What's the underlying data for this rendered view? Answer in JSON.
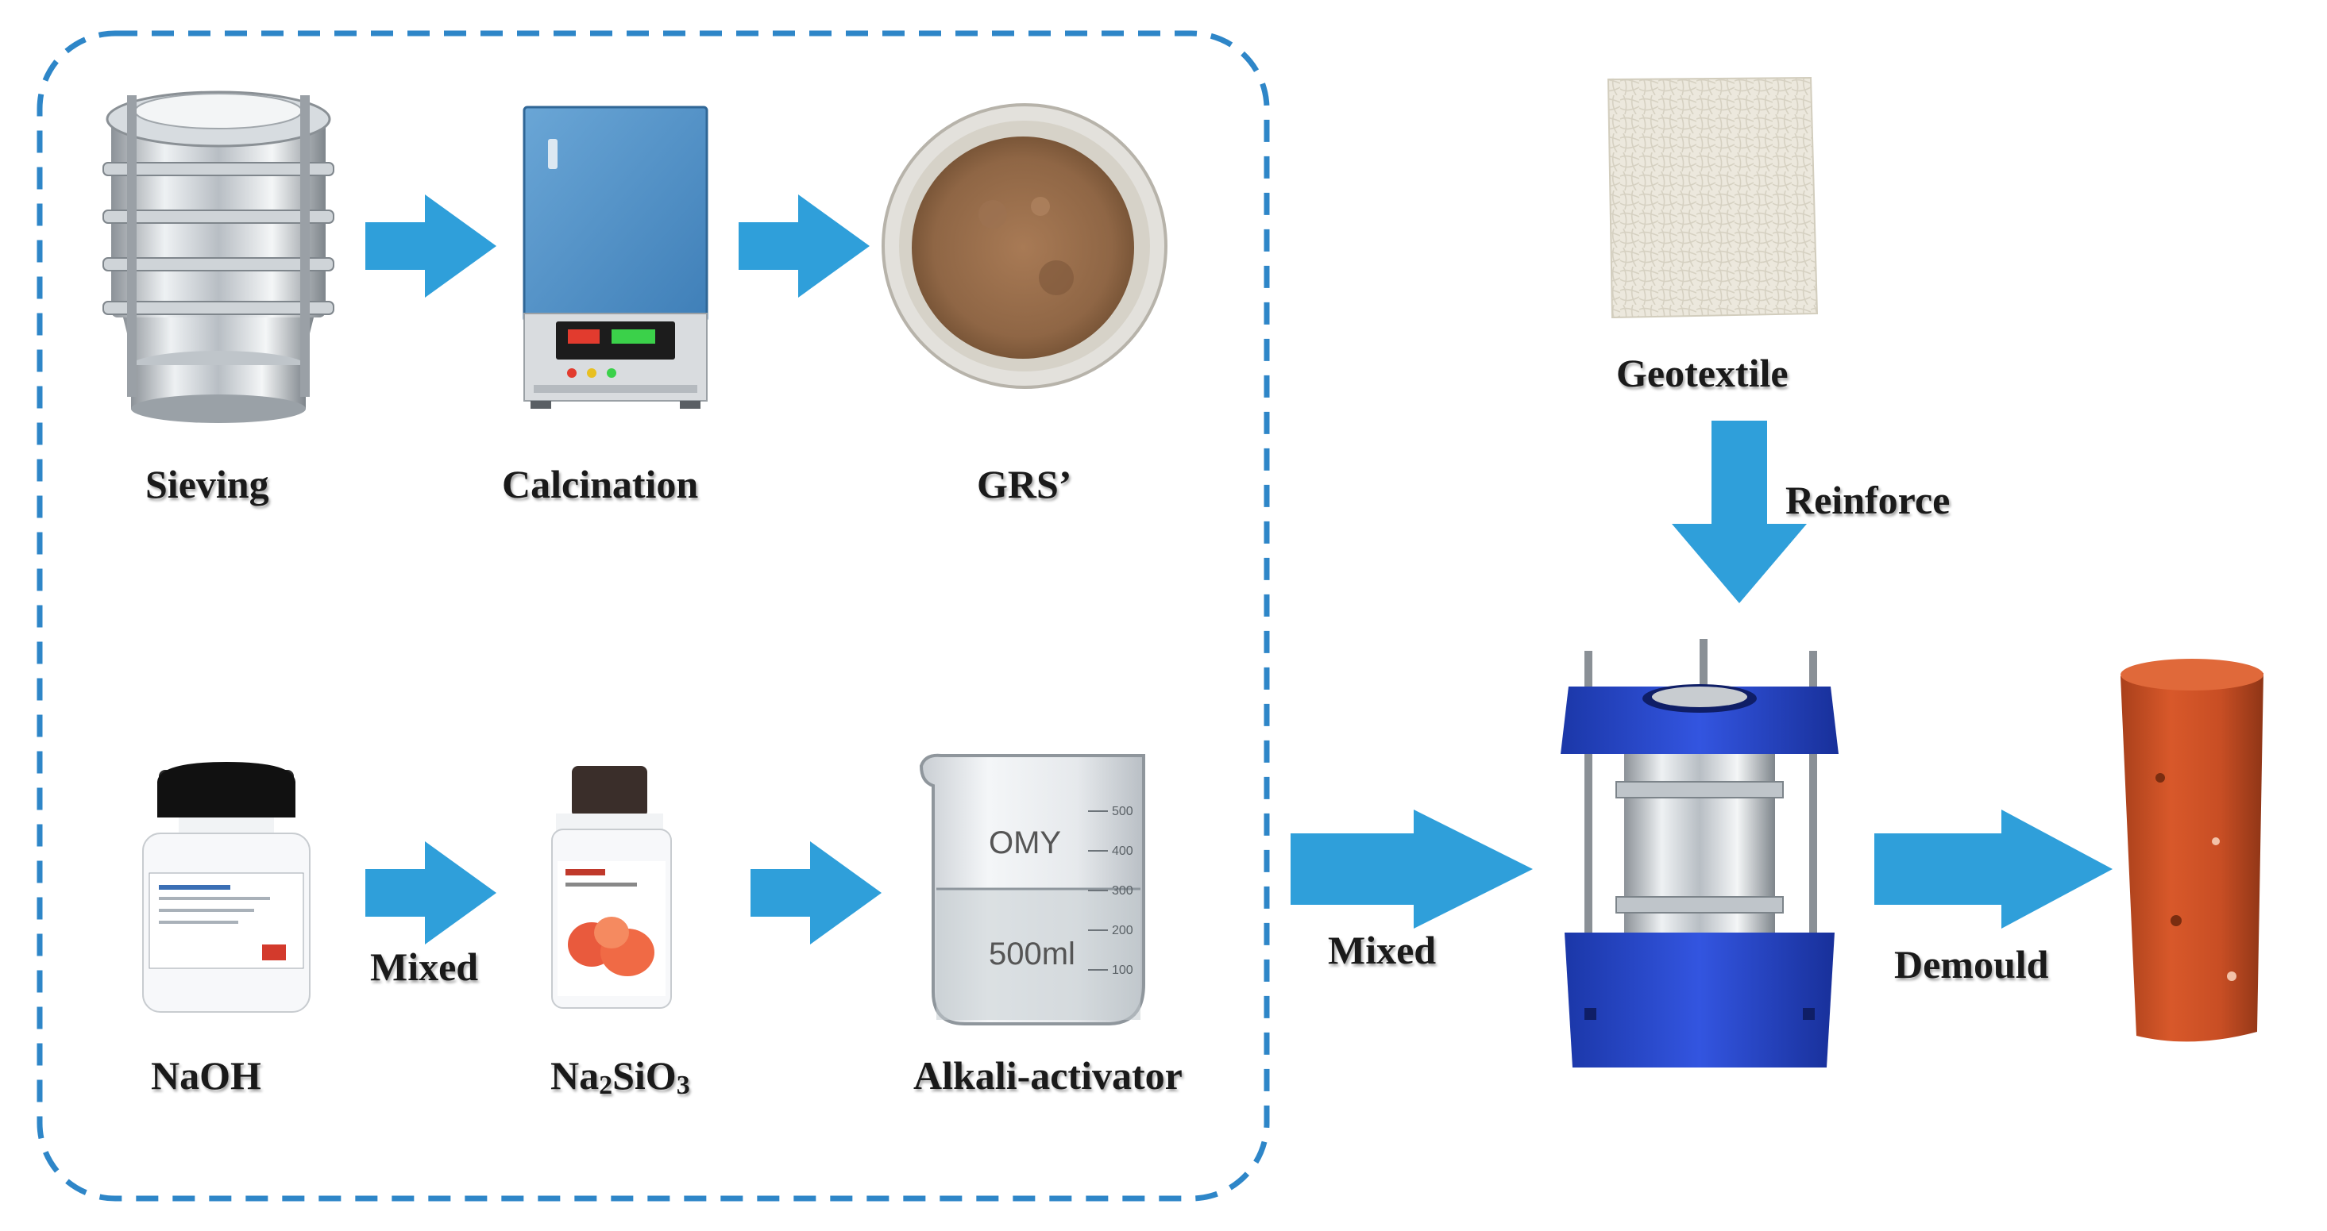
{
  "colors": {
    "arrow": "#2f9fda",
    "dashed_border": "#2e86c8"
  },
  "icons": [
    "sieve-shaker-icon",
    "muffle-furnace-icon",
    "powder-bowl-icon",
    "reagent-bottle-icon",
    "beaker-icon",
    "geotextile-swatch-icon",
    "compaction-mould-icon",
    "specimen-cylinder-icon"
  ],
  "beaker": {
    "brand": "OMY",
    "volume": "500ml",
    "ticks": [
      "500",
      "400",
      "300",
      "200",
      "100"
    ]
  },
  "labels": {
    "sieving": "Sieving",
    "calcination": "Calcination",
    "grs": "GRS’",
    "naoh": "NaOH",
    "na2sio3_prefix": "Na",
    "na2sio3_sub1": "2",
    "na2sio3_mid": "SiO",
    "na2sio3_sub2": "3",
    "alkali_activator": "Alkali-activator",
    "mixed_left": "Mixed",
    "mixed_center": "Mixed",
    "geotextile": "Geotextile",
    "reinforce": "Reinforce",
    "demould": "Demould"
  }
}
